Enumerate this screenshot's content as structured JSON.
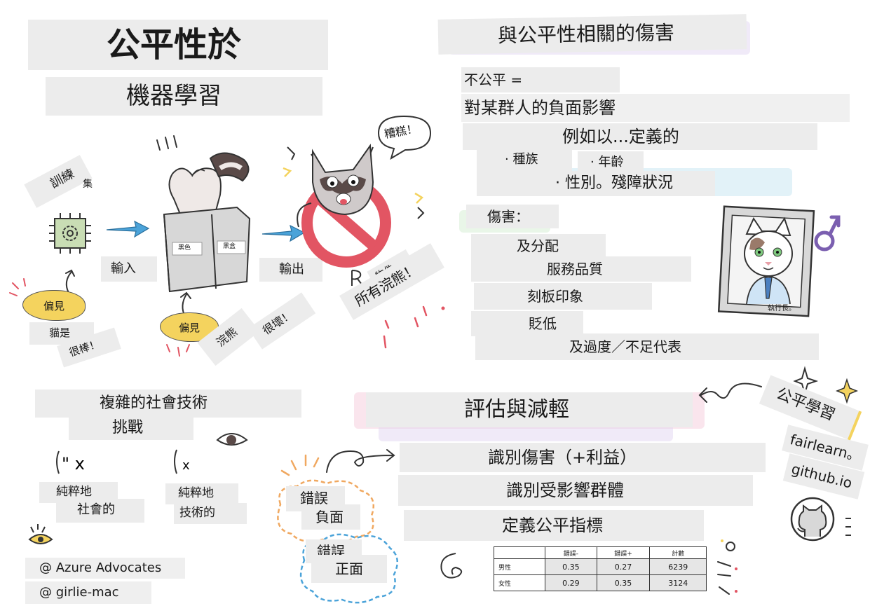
{
  "title": {
    "line1": "公平性於",
    "line2": "機器學習"
  },
  "harms_title": "與公平性相關的傷害",
  "definition": {
    "unfair": "不公平 =",
    "negative_impact": "對某群人的負面影響",
    "defined_by": "例如以...定義的",
    "race": "· 種族",
    "age": "· 年齡",
    "gender_disability": "· 性別。殘障狀況"
  },
  "harms": {
    "label": "傷害：",
    "items": [
      "及分配",
      "服務品質",
      "刻板印象",
      "貶低",
      "及過度／不足代表"
    ]
  },
  "ceo_caption": "執行長。",
  "pipeline": {
    "training": "訓練",
    "set": "集",
    "input": "輸入",
    "output": "輸出",
    "bias1": "偏見",
    "bias2": "偏見",
    "cats_are": "貓是",
    "great": "很棒！",
    "raccoon": "浣熊",
    "bad": "很壞！",
    "box_label1": "黑色",
    "box_label2": "黑盒",
    "oops": "糟糕！",
    "recycle": "物件",
    "all_raccoons": "所有浣熊！"
  },
  "sociotech": {
    "line1": "複雜的社會技術",
    "line2": "挑戰",
    "purely": "純粹地",
    "social": "社會的",
    "purely2": "純粹地",
    "technical": "技術的"
  },
  "credits": [
    "@ Azure Advocates",
    "@ girlie-mac"
  ],
  "assess": {
    "title": "評估與減輕",
    "steps": [
      "識別傷害（+利益）",
      "識別受影響群體",
      "定義公平指標"
    ]
  },
  "errors": {
    "neg1": "錯誤",
    "neg2": "負面",
    "pos1": "錯誤",
    "pos2": "正面"
  },
  "table": {
    "headers": [
      "錯誤-",
      "錯誤+",
      "計數"
    ],
    "rows": [
      {
        "label": "男性",
        "values": [
          "0.35",
          "0.27",
          "6239"
        ]
      },
      {
        "label": "女性",
        "values": [
          "0.29",
          "0.35",
          "3124"
        ]
      }
    ]
  },
  "fairlearn": {
    "label": "公平學習",
    "site": "fairlearn。",
    "github": "github.io"
  },
  "colors": {
    "label_gray": "#ececec",
    "arrow_blue": "#4ba3d9",
    "bias_yellow": "#f4d35e",
    "no_red": "#e25563",
    "purple": "#7b5fb0",
    "wash_blue": "#bfe3ef",
    "wash_pink": "#f5c6d8",
    "wash_lilac": "#ddd0f0",
    "wash_green": "#cfeccd"
  }
}
